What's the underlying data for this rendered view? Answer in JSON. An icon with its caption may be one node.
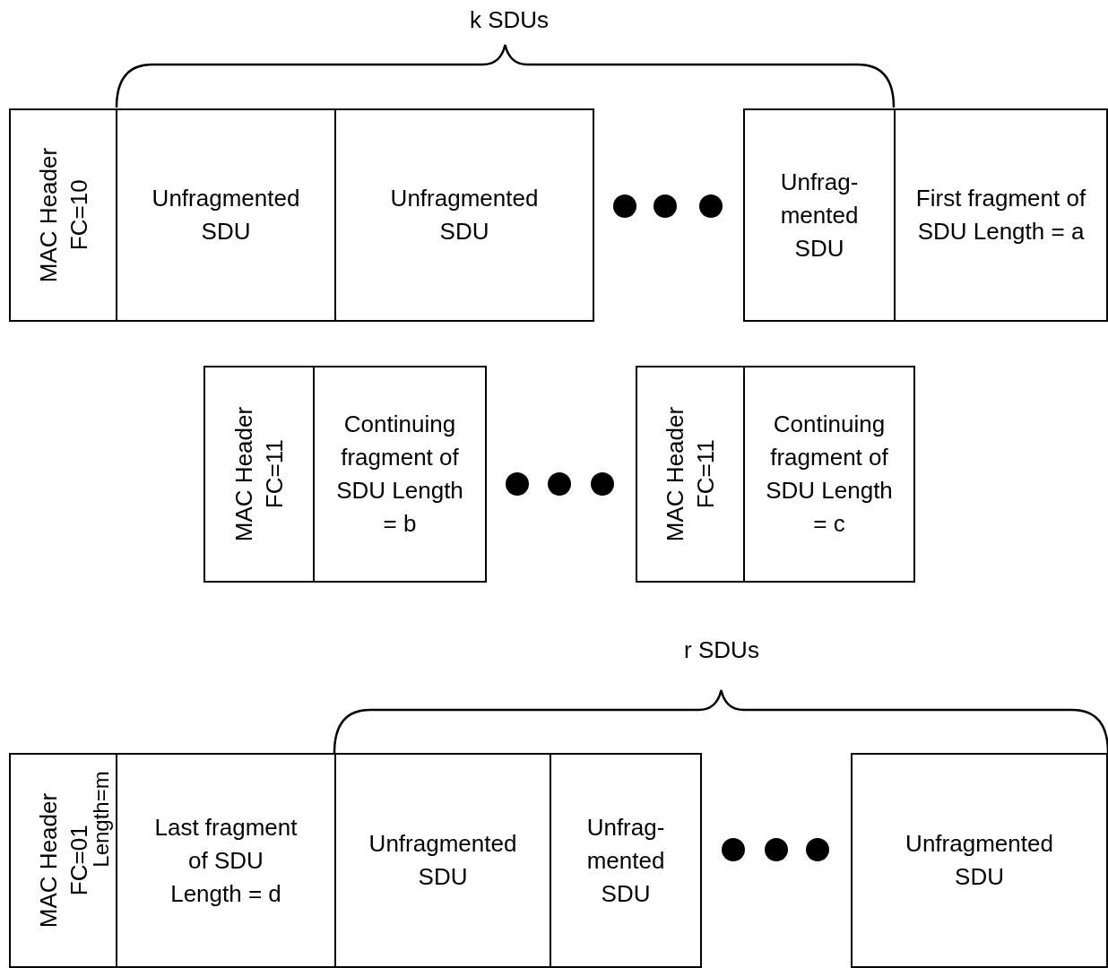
{
  "diagram": {
    "nodes": [
      {
        "text": [
          "MAC Header",
          "FC=10"
        ]
      },
      {
        "text": [
          "Unfragmented SDU"
        ]
      },
      {
        "text": [
          "Unfragmented SDU"
        ]
      },
      {
        "text": [
          "Unfrag- mented SDU"
        ]
      },
      {
        "text": [
          "First fragment of SDU Length = a"
        ]
      },
      {
        "text": [
          "MAC Header",
          "FC=11"
        ]
      },
      {
        "text": [
          "Continuing fragment of SDU Length = b"
        ]
      },
      {
        "text": [
          "MAC Header",
          "FC=11"
        ]
      },
      {
        "text": [
          "Continuing fragment of SDU Length = c"
        ]
      },
      {
        "text": [
          "MAC Header",
          "FC=01",
          "Length=m"
        ]
      },
      {
        "text": [
          "Last fragment of SDU Length = d"
        ]
      },
      {
        "text": [
          "Unfragmented SDU"
        ]
      },
      {
        "text": [
          "Unfrag- mented SDU"
        ]
      },
      {
        "text": [
          "Unfragmented SDU"
        ]
      }
    ],
    "labels": [
      "k SDUs",
      "r SDUs"
    ]
  }
}
